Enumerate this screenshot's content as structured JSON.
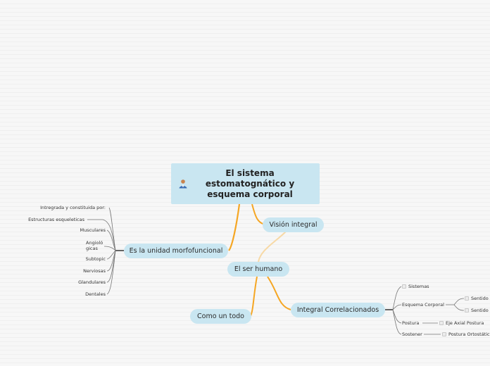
{
  "central": {
    "title_line1": "El sistema",
    "title_line2": "estomatognático y",
    "title_line3": "esquema corporal",
    "icon": "person-icon"
  },
  "nodes": {
    "ser_humano": "El ser humano",
    "vision_integral": "Visión integral",
    "unidad_morfofuncional": "Es la unidad morfofuncional",
    "como_un_todo": "Como un todo",
    "integral_correlacionados": "Integral Correlacionados"
  },
  "morfo_children": [
    "Intregrada y constituida por:",
    "Estructuras esqueleticas",
    "Musculares",
    "Angioló",
    "gicas",
    "Subtopic",
    "Nerviosas",
    "Glandulares",
    "Dentales"
  ],
  "correlacionados_children": {
    "sistemas": "Sistemas",
    "esquema_corporal": "Esquema Corporal",
    "sentido_1": "Sentido",
    "sentido_2": "Sentido",
    "postura": "Postura",
    "eje_axial": "Eje Axial Postura",
    "sostener": "Sostener",
    "postura_ortostatica": "Postura Ortostátic"
  },
  "colors": {
    "background": "#f7f7f7",
    "node_fill": "#c9e6f1",
    "main_connector": "#f5a623",
    "light_connector": "#f7d9a6",
    "sub_connector": "#666666"
  }
}
